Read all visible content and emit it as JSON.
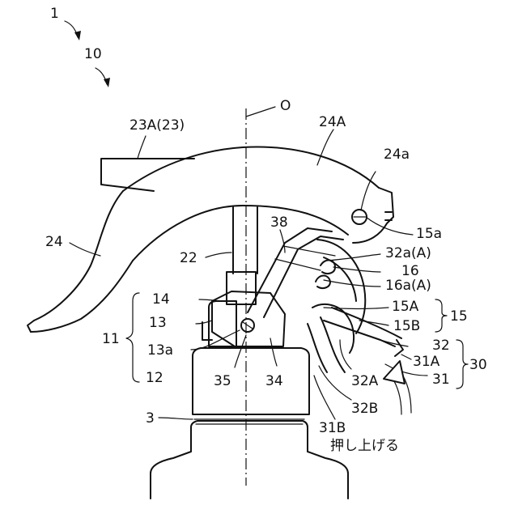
{
  "labels": {
    "l1": "1",
    "l10": "10",
    "lO": "O",
    "l23A": "23A(23)",
    "l24A": "24A",
    "l24a": "24a",
    "l24": "24",
    "l38": "38",
    "l15a": "15a",
    "l22": "22",
    "l32aA": "32a(A)",
    "l16": "16",
    "l16aA": "16a(A)",
    "l14": "14",
    "l15A": "15A",
    "l15": "15",
    "l13": "13",
    "l15B": "15B",
    "l11": "11",
    "l13a": "13a",
    "l32": "32",
    "l31A": "31A",
    "l30": "30",
    "l12": "12",
    "l35": "35",
    "l34": "34",
    "l32A": "32A",
    "l31": "31",
    "l32B": "32B",
    "l3": "3",
    "l31B": "31B",
    "push": "押し上げる"
  }
}
